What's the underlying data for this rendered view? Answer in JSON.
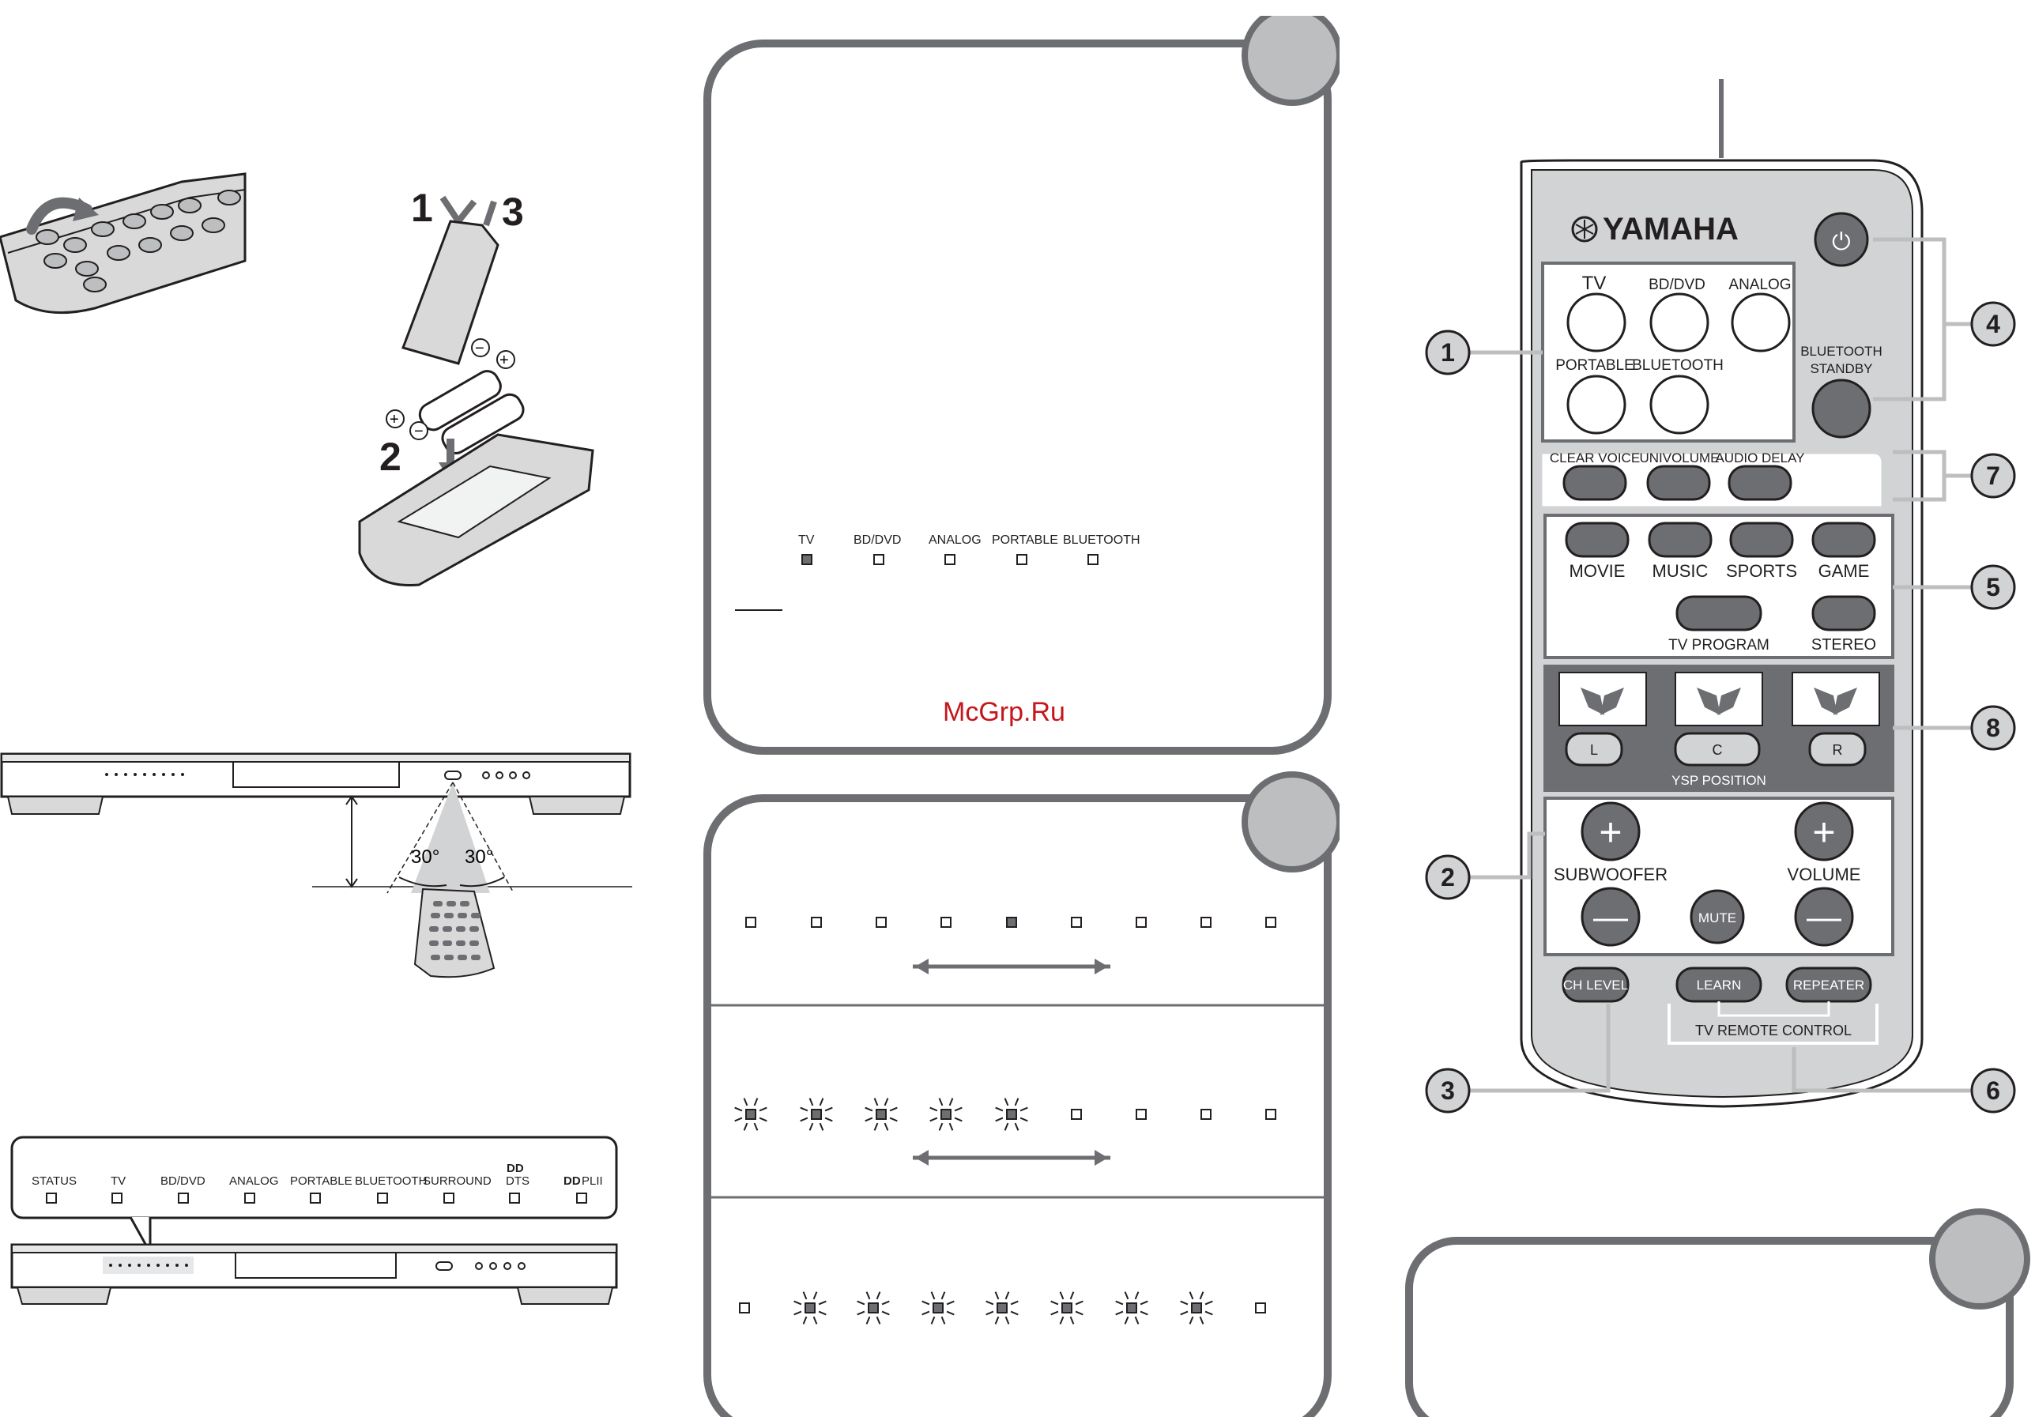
{
  "battery": {
    "steps": [
      "1",
      "3",
      "2"
    ],
    "plus": "+",
    "minus": "−"
  },
  "angle": {
    "left": "30°",
    "right": "30°"
  },
  "box_a": {
    "indicators": [
      {
        "label": "TV",
        "on": true
      },
      {
        "label": "BD/DVD",
        "on": false
      },
      {
        "label": "ANALOG",
        "on": false
      },
      {
        "label": "PORTABLE",
        "on": false
      },
      {
        "label": "BLUETOOTH",
        "on": false
      }
    ],
    "watermark": "McGrp.Ru"
  },
  "box_b": {
    "row1": [
      "off",
      "off",
      "off",
      "off",
      "on",
      "off",
      "off",
      "off",
      "off"
    ],
    "row2": [
      "blink",
      "blink",
      "blink",
      "blink",
      "blink",
      "off",
      "off",
      "off",
      "off"
    ],
    "row3": [
      "off",
      "blink",
      "blink",
      "blink",
      "blink",
      "blink",
      "blink",
      "blink",
      "off"
    ]
  },
  "front_panel": {
    "labels": [
      "STATUS",
      "TV",
      "BD/DVD",
      "ANALOG",
      "PORTABLE",
      "BLUETOOTH",
      "SURROUND",
      "DTS",
      "PLII"
    ],
    "dolby_mark": "DD"
  },
  "remote": {
    "brand": "YAMAHA",
    "input_labels": [
      "TV",
      "BD/DVD",
      "ANALOG",
      "PORTABLE",
      "BLUETOOTH"
    ],
    "bt_standby": [
      "BLUETOOTH",
      "STANDBY"
    ],
    "power_symbol": "⏻",
    "sound_labels": [
      "CLEAR VOICE",
      "UNIVOLUME",
      "AUDIO DELAY"
    ],
    "mode_labels": [
      "MOVIE",
      "MUSIC",
      "SPORTS",
      "GAME",
      "TV PROGRAM",
      "STEREO"
    ],
    "ysp_buttons": [
      "L",
      "C",
      "R"
    ],
    "ysp_title": "YSP POSITION",
    "subwoofer": "SUBWOOFER",
    "volume": "VOLUME",
    "mute": "MUTE",
    "plus": "+",
    "minus": "—",
    "ch_level": "CH LEVEL",
    "learn": "LEARN",
    "repeater": "REPEATER",
    "tv_remote_control": "TV REMOTE CONTROL"
  },
  "callouts": [
    "1",
    "2",
    "3",
    "4",
    "5",
    "6",
    "7",
    "8"
  ]
}
